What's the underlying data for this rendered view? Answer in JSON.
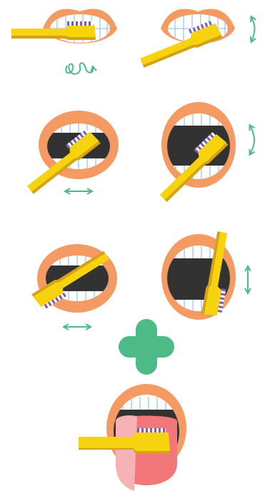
{
  "title": "",
  "colors": {
    "lip": "#F49A63",
    "lip_dark": "#E98552",
    "teeth": "#ffffff",
    "tooth_line": "#9CC8E6",
    "mouth_dark": "#323232",
    "brush": "#F7D20F",
    "brush_edge": "#D4A21A",
    "bristle_a": "#7B5EA8",
    "bristle_b": "#ffffff",
    "arrow": "#4DBB85",
    "plus": "#4DBB85",
    "tongue": "#F2777A",
    "tongue_light": "#F6B2B4"
  },
  "steps": [
    {
      "name": "outer-front",
      "motion": "circular"
    },
    {
      "name": "outer-side",
      "motion": "vertical"
    },
    {
      "name": "inner-lower",
      "motion": "horizontal"
    },
    {
      "name": "inner-upper",
      "motion": "vertical"
    },
    {
      "name": "chewing-lower",
      "motion": "horizontal"
    },
    {
      "name": "front-inner",
      "motion": "vertical"
    },
    {
      "name": "tongue",
      "motion": "none"
    }
  ]
}
